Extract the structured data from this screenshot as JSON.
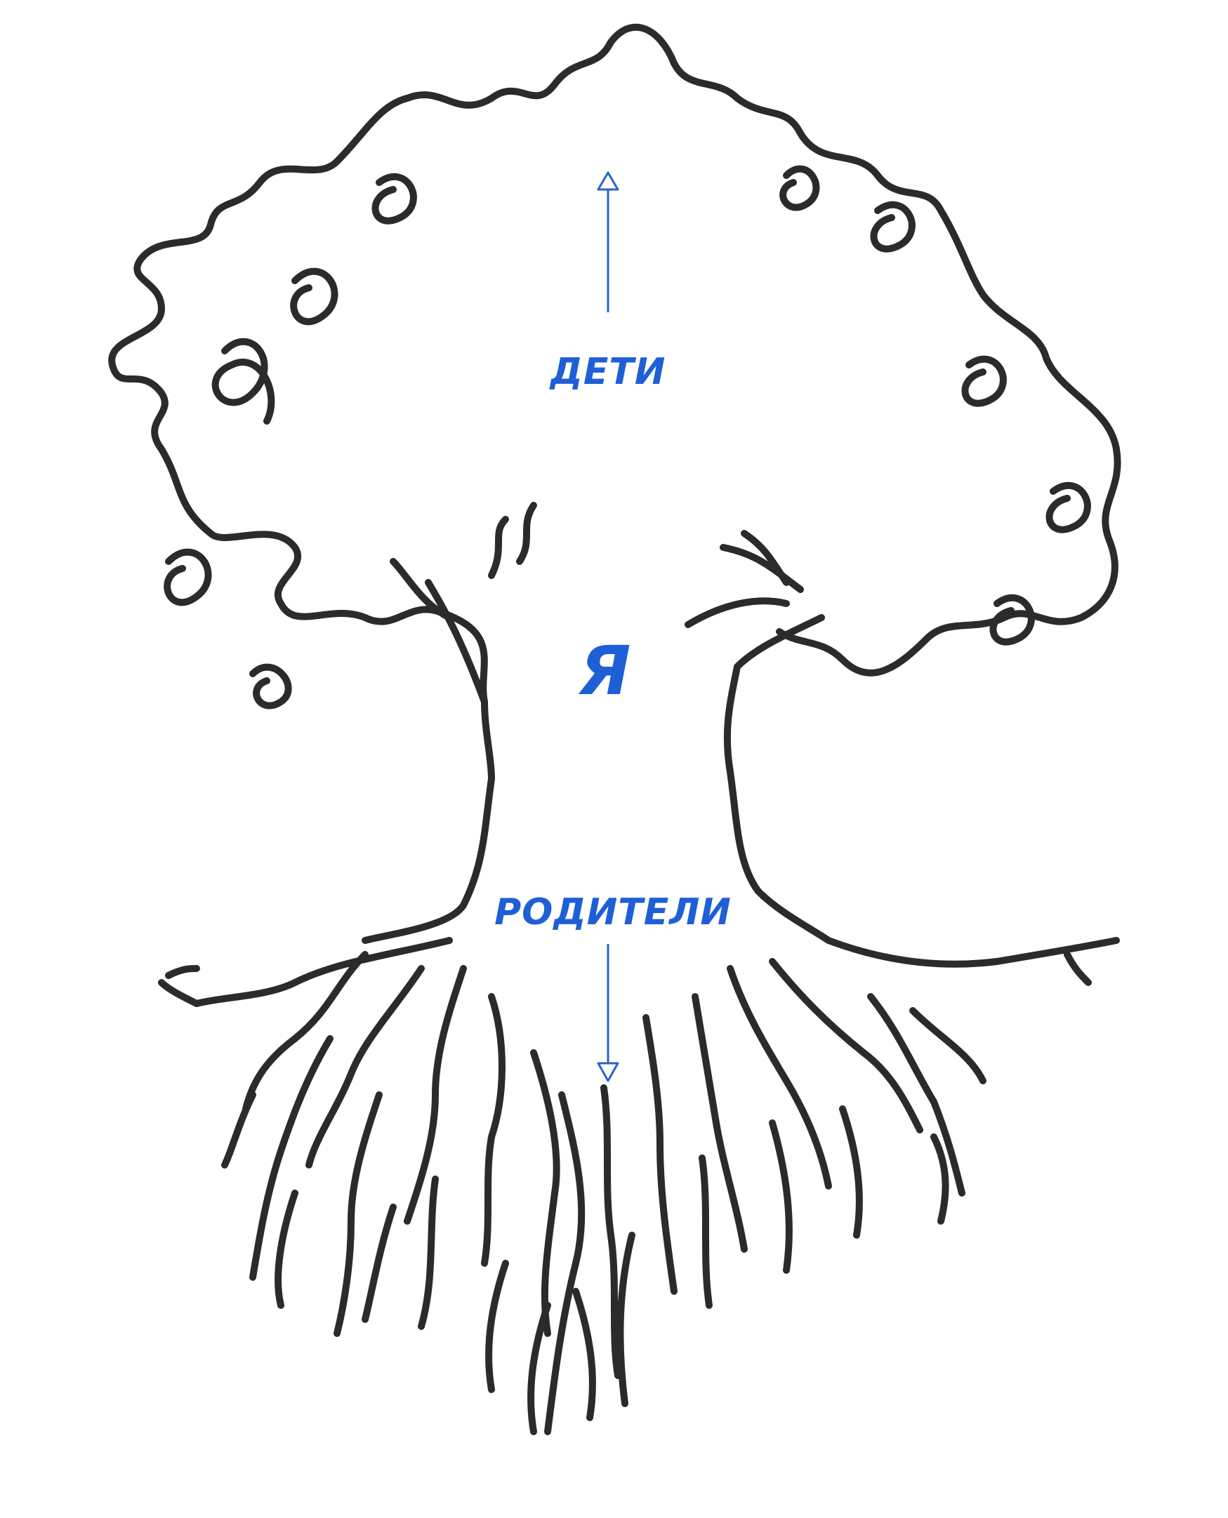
{
  "labels": {
    "children": "ДЕТИ",
    "self": "Я",
    "parents": "РОДИТЕЛИ"
  },
  "colors": {
    "ink": "#2b2b2b",
    "accent": "#1f5fd6",
    "background": "#ffffff"
  },
  "arrows": {
    "up": "arrow-up-icon",
    "down": "arrow-down-icon"
  }
}
